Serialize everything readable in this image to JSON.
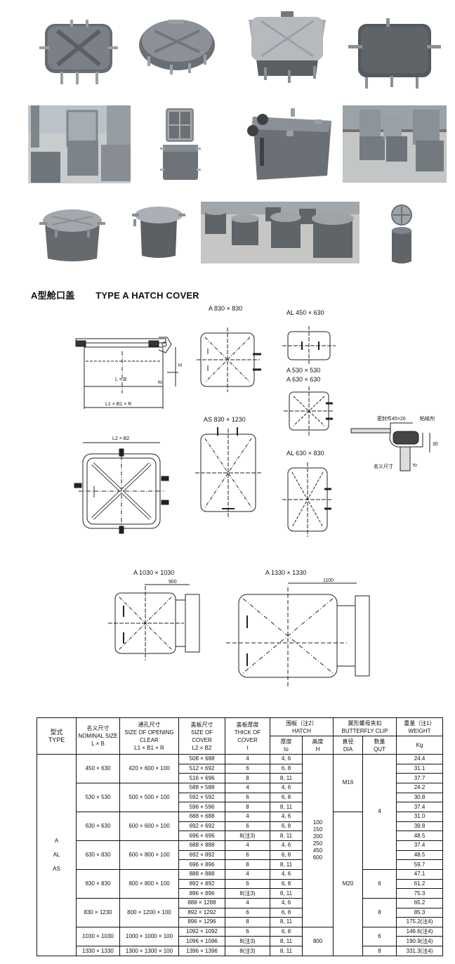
{
  "colors": {
    "steel": "#5d6166",
    "steel_light": "#8f969c",
    "ground": "#b9bcbe"
  },
  "photos": [
    "hatch-square-photo",
    "hatch-oval-photo",
    "hatch-square-flange-photo",
    "hatch-square-dark-photo",
    "open-hatches-yard-photo",
    "open-small-hatch-photo",
    "hatch-butterfly-clip-photo",
    "open-hatches-row-photo",
    "round-hatch-photo",
    "round-hatch-side-photo",
    "round-hatches-yard-photo",
    "round-hatch-open-photo"
  ],
  "heading": {
    "cn": "A型舱口盖",
    "en": "TYPE A HATCH COVER"
  },
  "drawings": {
    "a830": "A   830 × 830",
    "al450": "AL   450 × 630",
    "a530": "A   530 × 530",
    "a630": "A   630 × 630",
    "as830": "AS   830 × 1230",
    "al630": "AL   630 × 830",
    "a1030": "A     1030 × 1030",
    "a1330": "A     1330 × 1330",
    "dim900": "900",
    "dim1100": "1100",
    "side_lxb": "L × B",
    "side_l1b1r": "L1 × B1 × R",
    "side_h": "H",
    "side_to": "to",
    "plan_l2b2": "L2 × B2",
    "gasket": "密封件45×20",
    "glue": "粘结剂",
    "nominal": "名义尺寸",
    "dim30": "30",
    "to": "to"
  },
  "table": {
    "headers": {
      "type_cn": "型式",
      "type_en": "TYPE",
      "nominal_cn": "名义尺寸",
      "nominal_en": "NOMINAL SIZE",
      "nominal_sym": "L × B",
      "clear_cn": "通孔尺寸",
      "clear_en": "SIZE OF OPENING CLEAR",
      "clear_sym": "L1 × B1 × R",
      "cover_cn": "盖板尺寸",
      "cover_en": "SIZE OF COVER",
      "cover_sym": "L2 × B2",
      "thick_cn": "盖板厚度",
      "thick_en": "THICK OF COVER",
      "thick_sym": "t",
      "hatch_cn": "围板（注2）",
      "hatch_en": "HATCH",
      "clip_cn": "翼形螺母夹扣",
      "clip_en": "BUTTERFLY CLIP",
      "weight_cn": "重量（注1）",
      "weight_en": "WEIGHT",
      "weight_unit": "Kg",
      "to_cn": "厚度",
      "to_sym": "to",
      "h_cn": "高度",
      "h_sym": "H",
      "dia_cn": "直径",
      "dia_en": "DIA",
      "qut_cn": "数量",
      "qut_en": "QUT"
    },
    "types": [
      "A",
      "AL",
      "AS"
    ],
    "nominal": [
      "450 × 630",
      "530 × 530",
      "630 × 630",
      "630 × 830",
      "830 × 830",
      "830 × 1230",
      "1030 × 1030",
      "1330 × 1330"
    ],
    "clear": [
      "420 × 600 × 100",
      "500 × 500 × 100",
      "600 × 600 × 100",
      "600 × 800 × 100",
      "800 × 800 × 100",
      "800 × 1200 × 100",
      "1000 × 1000 × 100",
      "1300 × 1300 × 100"
    ],
    "rows": [
      {
        "cover": "508 × 688",
        "t": "4",
        "to": "4, 6",
        "w": "24.4"
      },
      {
        "cover": "512 × 692",
        "t": "6",
        "to": "6, 8",
        "w": "31.1"
      },
      {
        "cover": "516 × 696",
        "t": "8",
        "to": "8, 11",
        "w": "37.7"
      },
      {
        "cover": "588 × 588",
        "t": "4",
        "to": "4, 6",
        "w": "24.2"
      },
      {
        "cover": "592 × 592",
        "t": "6",
        "to": "6, 8",
        "w": "30.8"
      },
      {
        "cover": "596 × 596",
        "t": "8",
        "to": "8, 11",
        "w": "37.4"
      },
      {
        "cover": "688 × 688",
        "t": "4",
        "to": "4, 6",
        "w": "31.0"
      },
      {
        "cover": "692 × 692",
        "t": "6",
        "to": "6, 8",
        "w": "39.8"
      },
      {
        "cover": "696 × 696",
        "t": "8(注3)",
        "to": "8, 11",
        "w": "48.5"
      },
      {
        "cover": "688 × 888",
        "t": "4",
        "to": "4, 6",
        "w": "37.4"
      },
      {
        "cover": "692 × 892",
        "t": "6",
        "to": "6, 8",
        "w": "48.5"
      },
      {
        "cover": "696 × 896",
        "t": "8",
        "to": "8, 11",
        "w": "59.7"
      },
      {
        "cover": "888 × 888",
        "t": "4",
        "to": "4, 6",
        "w": "47.1"
      },
      {
        "cover": "892 × 892",
        "t": "6",
        "to": "6, 8",
        "w": "61.2"
      },
      {
        "cover": "896 × 896",
        "t": "8(注3)",
        "to": "8, 11",
        "w": "75.3"
      },
      {
        "cover": "888 × 1288",
        "t": "4",
        "to": "4, 6",
        "w": "65.2"
      },
      {
        "cover": "892 × 1292",
        "t": "6",
        "to": "6, 8",
        "w": "85.3"
      },
      {
        "cover": "896 × 1296",
        "t": "8",
        "to": "8, 11",
        "w": "175.2(注4)"
      },
      {
        "cover": "1092 × 1092",
        "t": "6",
        "to": "6, 8",
        "w": "146.6(注4)"
      },
      {
        "cover": "1096 × 1096",
        "t": "8(注3)",
        "to": "8, 11",
        "w": "190.9(注4)"
      },
      {
        "cover": "1396 × 1396",
        "t": "8(注3)",
        "to": "8, 11",
        "w": "331.3(注4)"
      }
    ],
    "heights": [
      "100",
      "150",
      "200",
      "250",
      "450",
      "600"
    ],
    "height_big": "800",
    "dia": [
      "M16",
      "M20"
    ],
    "qut": [
      "4",
      "6",
      "8",
      "6",
      "8"
    ]
  }
}
